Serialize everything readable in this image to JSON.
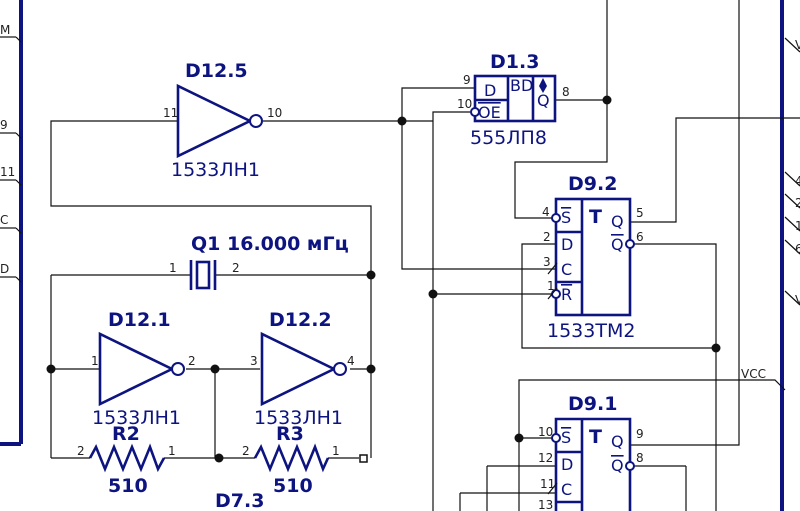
{
  "components": {
    "d12_5": {
      "ref": "D12.5",
      "part": "1533ЛН1",
      "pin_in": "11",
      "pin_out": "10"
    },
    "d1_3": {
      "ref": "D1.3",
      "part": "555ЛП8",
      "pin_d": "9",
      "pin_oe": "10",
      "pin_q": "8",
      "lbl_d": "D",
      "lbl_oe": "OE",
      "lbl_bd": "BD",
      "lbl_q": "Q"
    },
    "q1": {
      "ref": "Q1",
      "value": "16.000 мГц",
      "pin1": "1",
      "pin2": "2"
    },
    "d12_1": {
      "ref": "D12.1",
      "part": "1533ЛН1",
      "pin_in": "1",
      "pin_out": "2"
    },
    "d12_2": {
      "ref": "D12.2",
      "part": "1533ЛН1",
      "pin_in": "3",
      "pin_out": "4"
    },
    "r2": {
      "ref": "R2",
      "value": "510",
      "pin_a": "2",
      "pin_b": "1"
    },
    "r3": {
      "ref": "R3",
      "value": "510",
      "pin_a": "2",
      "pin_b": "1"
    },
    "d7_3": {
      "ref": "D7.3"
    },
    "d9_2": {
      "ref": "D9.2",
      "part": "1533ТМ2",
      "pin_s": "4",
      "pin_d": "2",
      "pin_c": "3",
      "pin_r": "1",
      "pin_q": "5",
      "pin_qn": "6",
      "lbl_s": "S",
      "lbl_d": "D",
      "lbl_c": "C",
      "lbl_r": "R",
      "lbl_t": "T",
      "lbl_q": "Q",
      "lbl_qn": "Q"
    },
    "d9_1": {
      "ref": "D9.1",
      "pin_s": "10",
      "pin_d": "12",
      "pin_c": "11",
      "pin_r": "13",
      "pin_q": "9",
      "pin_qn": "8",
      "lbl_s": "S",
      "lbl_d": "D",
      "lbl_c": "C",
      "lbl_t": "T",
      "lbl_q": "Q",
      "lbl_qn": "Q"
    }
  },
  "nets": {
    "vcc": "VCC"
  },
  "left_edge": {
    "labels": [
      "M",
      "9",
      "11",
      "C",
      "D"
    ]
  },
  "right_edge": {
    "labels": [
      "V",
      "4",
      "2",
      "1",
      "6",
      "V"
    ]
  }
}
